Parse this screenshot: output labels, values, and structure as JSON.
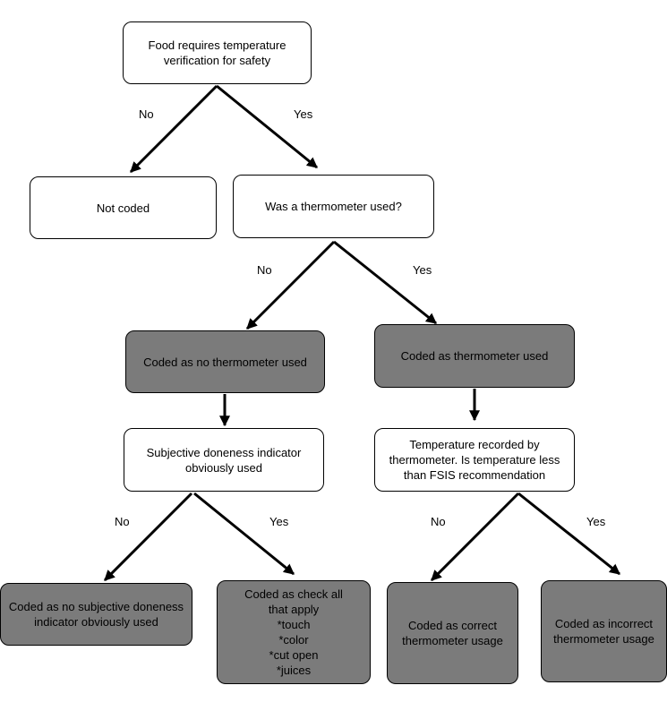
{
  "nodes": {
    "root": "Food requires temperature\nverification for safety",
    "not_coded": "Not coded",
    "thermometer_q": "Was a thermometer used?",
    "no_thermometer": "Coded as no thermometer used",
    "thermometer_used": "Coded as thermometer used",
    "subjective_q": "Subjective doneness indicator\nobviously used",
    "temp_q": "Temperature recorded by\nthermometer. Is temperature less\nthan FSIS recommendation",
    "no_subjective": "Coded as no subjective doneness\nindicator obviously used",
    "check_all": "Coded as check all\nthat apply\n*touch\n*color\n*cut open\n*juices",
    "correct_usage": "Coded as correct\nthermometer usage",
    "incorrect_usage": "Coded as incorrect\nthermometer usage"
  },
  "edge_labels": {
    "root_no": "No",
    "root_yes": "Yes",
    "therm_no": "No",
    "therm_yes": "Yes",
    "subj_no": "No",
    "subj_yes": "Yes",
    "temp_no": "No",
    "temp_yes": "Yes"
  },
  "colors": {
    "decision_fill": "#ffffff",
    "outcome_fill": "#7b7b7b",
    "line": "#000000"
  }
}
